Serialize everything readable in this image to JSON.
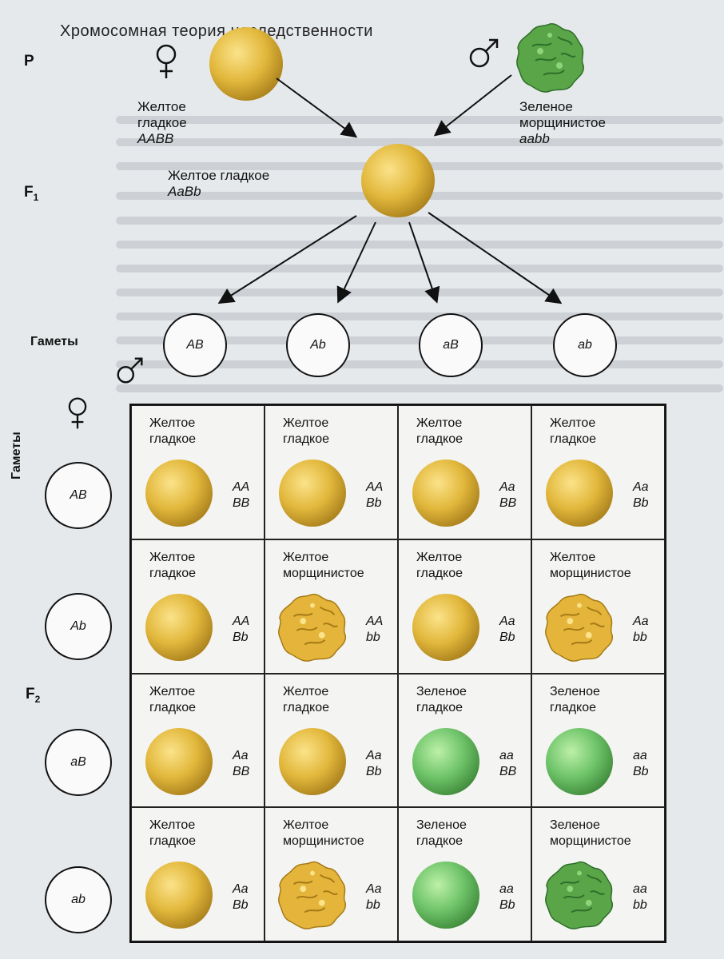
{
  "colors": {
    "yellow": "#e2b83c",
    "green": "#6fc46a",
    "dark_green": "#5aa548",
    "line": "#111111"
  },
  "header_fragment": "Хромосомная теория наследственности",
  "parents": {
    "row_label": "P",
    "female": {
      "symbol_icon": "female-symbol-icon",
      "phenotype_line1": "Желтое",
      "phenotype_line2": "гладкое",
      "genotype": "AABB",
      "pea": "yellow-smooth"
    },
    "male": {
      "symbol_icon": "male-symbol-icon",
      "phenotype_line1": "Зеленое",
      "phenotype_line2": "морщинистое",
      "genotype": "aabb",
      "pea": "green-wrinkled"
    }
  },
  "f1": {
    "row_label": "F",
    "row_label_sub": "1",
    "phenotype": "Желтое гладкое",
    "genotype": "AaBb",
    "pea": "yellow-smooth"
  },
  "gametes": {
    "label": "Гаметы",
    "side_label": "Гаметы",
    "male_icon": "male-symbol-icon",
    "female_icon": "female-symbol-icon",
    "top": [
      "AB",
      "Ab",
      "aB",
      "ab"
    ],
    "side": [
      "AB",
      "Ab",
      "aB",
      "ab"
    ]
  },
  "f2": {
    "row_label": "F",
    "row_label_sub": "2",
    "cells": [
      [
        {
          "l1": "Желтое",
          "l2": "гладкое",
          "g1": "AA",
          "g2": "BB",
          "pea": "yellow-smooth"
        },
        {
          "l1": "Желтое",
          "l2": "гладкое",
          "g1": "AA",
          "g2": "Bb",
          "pea": "yellow-smooth"
        },
        {
          "l1": "Желтое",
          "l2": "гладкое",
          "g1": "Aa",
          "g2": "BB",
          "pea": "yellow-smooth"
        },
        {
          "l1": "Желтое",
          "l2": "гладкое",
          "g1": "Aa",
          "g2": "Bb",
          "pea": "yellow-smooth"
        }
      ],
      [
        {
          "l1": "Желтое",
          "l2": "гладкое",
          "g1": "AA",
          "g2": "Bb",
          "pea": "yellow-smooth"
        },
        {
          "l1": "Желтое",
          "l2": "морщинистое",
          "g1": "AA",
          "g2": "bb",
          "pea": "yellow-wrinkled"
        },
        {
          "l1": "Желтое",
          "l2": "гладкое",
          "g1": "Aa",
          "g2": "Bb",
          "pea": "yellow-smooth"
        },
        {
          "l1": "Желтое",
          "l2": "морщинистое",
          "g1": "Aa",
          "g2": "bb",
          "pea": "yellow-wrinkled"
        }
      ],
      [
        {
          "l1": "Желтое",
          "l2": "гладкое",
          "g1": "Aa",
          "g2": "BB",
          "pea": "yellow-smooth"
        },
        {
          "l1": "Желтое",
          "l2": "гладкое",
          "g1": "Aa",
          "g2": "Bb",
          "pea": "yellow-smooth"
        },
        {
          "l1": "Зеленое",
          "l2": "гладкое",
          "g1": "aa",
          "g2": "BB",
          "pea": "green-smooth"
        },
        {
          "l1": "Зеленое",
          "l2": "гладкое",
          "g1": "aa",
          "g2": "Bb",
          "pea": "green-smooth"
        }
      ],
      [
        {
          "l1": "Желтое",
          "l2": "гладкое",
          "g1": "Aa",
          "g2": "Bb",
          "pea": "yellow-smooth"
        },
        {
          "l1": "Желтое",
          "l2": "морщинистое",
          "g1": "Aa",
          "g2": "bb",
          "pea": "yellow-wrinkled"
        },
        {
          "l1": "Зеленое",
          "l2": "гладкое",
          "g1": "aa",
          "g2": "Bb",
          "pea": "green-smooth"
        },
        {
          "l1": "Зеленое",
          "l2": "морщинистое",
          "g1": "aa",
          "g2": "bb",
          "pea": "green-wrinkled"
        }
      ]
    ]
  }
}
